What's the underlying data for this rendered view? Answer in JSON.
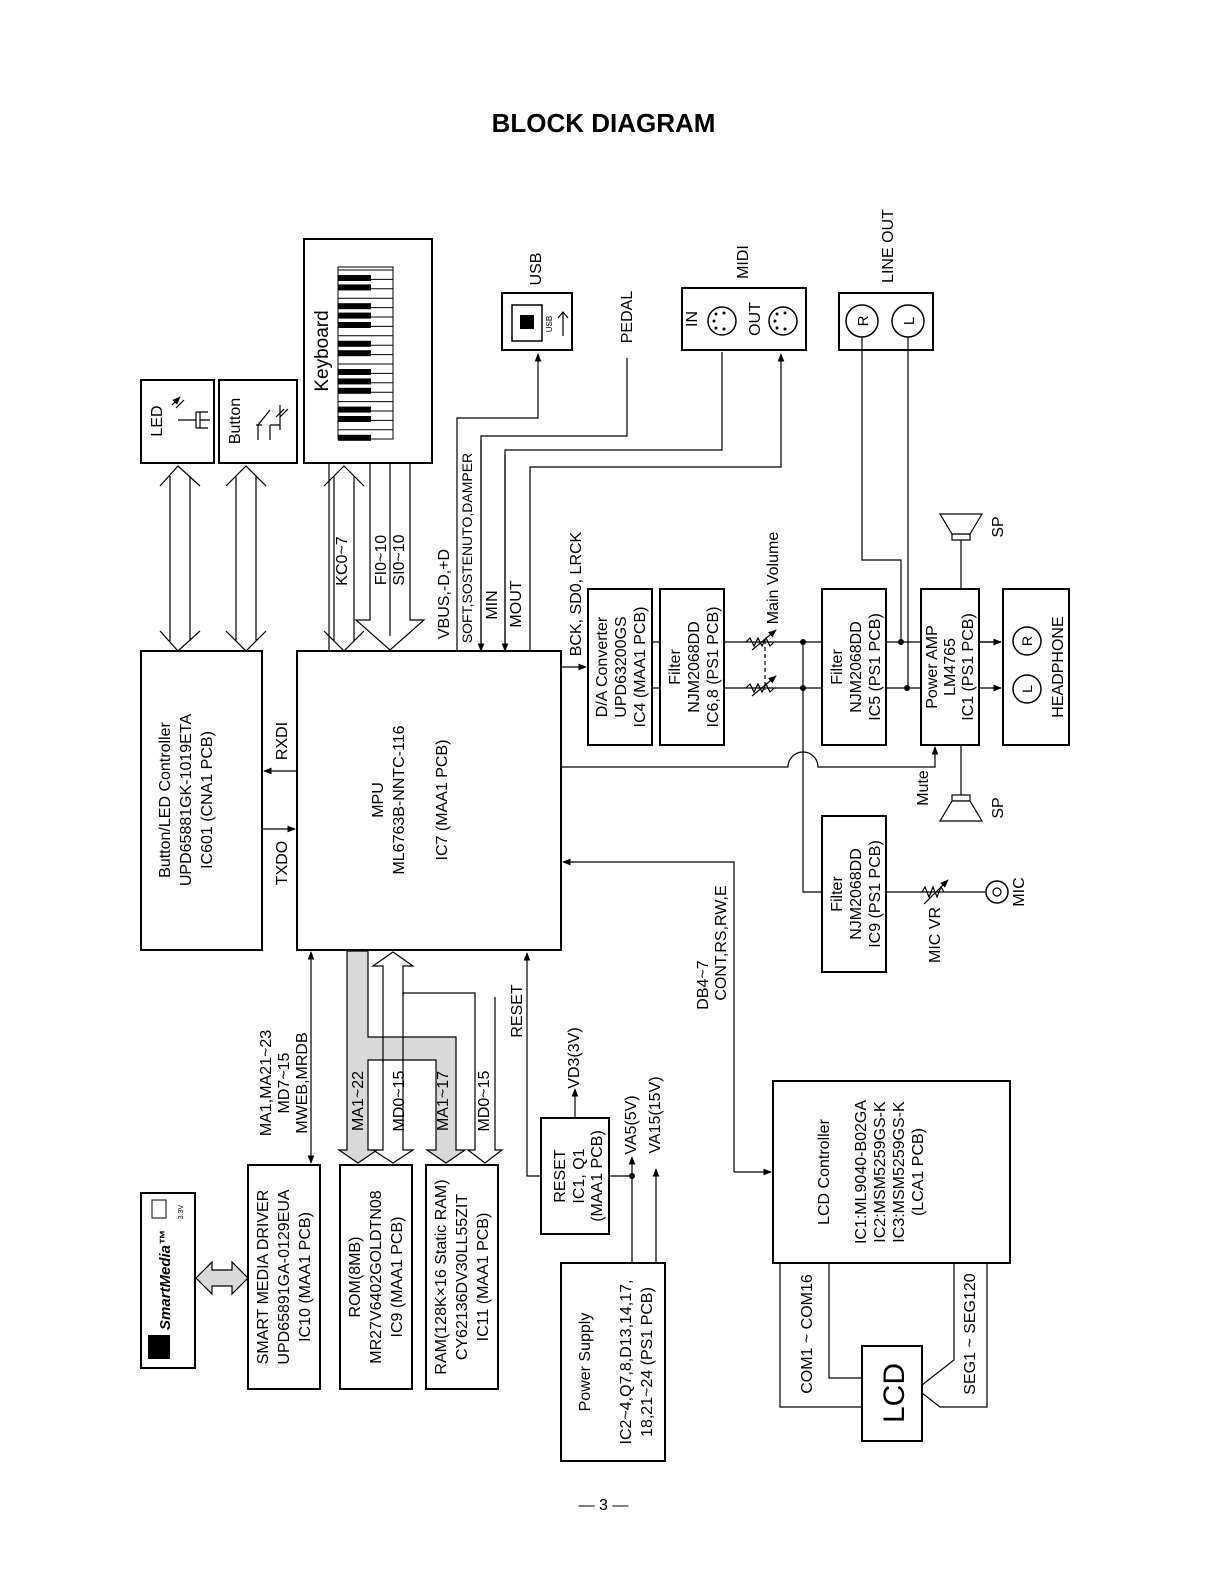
{
  "title": "BLOCK DIAGRAM",
  "page_number": "— 3 —",
  "blocks": {
    "led": "LED",
    "button": "Button",
    "keyboard": "Keyboard",
    "usb_port_glyph": "USB",
    "button_led_controller": [
      "Button/LED Controller",
      "UPD65881GK-1019ETA",
      "IC601 (CNA1 PCB)"
    ],
    "mpu": [
      "MPU",
      "ML6763B-NNTC-116",
      "IC7 (MAA1 PCB)"
    ],
    "da_converter": [
      "D/A Converter",
      "UPD63200GS",
      "IC4 (MAA1 PCB)"
    ],
    "filter_ic68": [
      "Filter",
      "NJM2068DD",
      "IC6,8 (PS1 PCB)"
    ],
    "filter_ic5": [
      "Filter",
      "NJM2068DD",
      "IC5 (PS1 PCB)"
    ],
    "power_amp": [
      "Power AMP",
      "LM4765",
      "IC1 (PS1 PCB)"
    ],
    "headphone": "HEADPHONE",
    "filter_ic9": [
      "Filter",
      "NJM2068DD",
      "IC9 (PS1 PCB)"
    ],
    "smart_media_driver": [
      "SMART MEDIA DRIVER",
      "UPD65891GA-0129EUA",
      "IC10 (MAA1 PCB)"
    ],
    "rom": [
      "ROM(8MB)",
      "MR27V6402GOLDTN08",
      "IC9 (MAA1 PCB)"
    ],
    "ram": [
      "RAM(128K×16 Static RAM)",
      "CY62136DV30LL55ZIT",
      "IC11 (MAA1 PCB)"
    ],
    "reset": [
      "RESET",
      "IC1, Q1",
      "(MAA1 PCB)"
    ],
    "power_supply": [
      "Power Supply",
      "IC2~4,Q7,8,D13,14,17,",
      "18,21~24 (PS1 PCB)"
    ],
    "lcd_controller": [
      "LCD Controller",
      "IC1:ML9040-B02GA",
      "IC2:MSM5259GS-K",
      "IC3:MSM5259GS-K",
      "(LCA1 PCB)"
    ],
    "lcd": "LCD",
    "smartmedia_logo": "SmartMedia™",
    "smartmedia_voltage": "3.3V"
  },
  "labels": {
    "usb": "USB",
    "pedal": "PEDAL",
    "midi": "MIDI",
    "midi_in": "IN",
    "midi_out": "OUT",
    "line_out": "LINE OUT",
    "jack_r": "R",
    "jack_l": "L",
    "kc": "KC0~7",
    "fi": "FI0~10",
    "si": "SI0~10",
    "vbus": "VBUS,-D,+D",
    "soft": "SOFT,SOSTENUTO,DAMPER",
    "min": "MIN",
    "mout": "MOUT",
    "bck": "BCK, SD0, LRCK",
    "main_volume": "Main Volume",
    "sp": "SP",
    "mute": "Mute",
    "mic": "MIC",
    "mic_vr": "MIC VR",
    "rxdi": "RXDI",
    "txdo": "TXDO",
    "bus_line1": "MA1,MA21~23",
    "bus_line2": "MD7~15",
    "bus_line3": "MWEB,MRDB",
    "ma122": "MA1~22",
    "md015_rom": "MD0~15",
    "ma117": "MA1~17",
    "md015_ram": "MD0~15",
    "reset_sig": "RESET",
    "db47": "DB4~7",
    "cont": "CONT,RS,RW,E",
    "vd3": "VD3(3V)",
    "va5": "VA5(5V)",
    "va15": "VA15(15V)",
    "com": "COM1 ~ COM16",
    "seg": "SEG1 ~ SEG120"
  }
}
